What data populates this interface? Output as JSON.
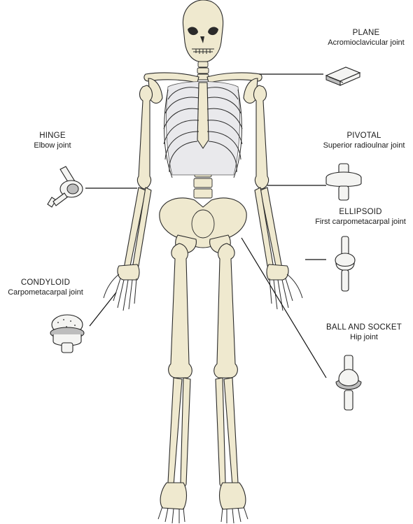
{
  "colors": {
    "bone": "#efe9cf",
    "cartilage": "#e9e9ec",
    "line": "#111111"
  },
  "labels": {
    "plane": {
      "title": "PLANE",
      "sub": "Acromioclavicular joint"
    },
    "hinge": {
      "title": "HINGE",
      "sub": "Elbow joint"
    },
    "pivotal": {
      "title": "PIVOTAL",
      "sub": "Superior radioulnar joint"
    },
    "ellipsoid": {
      "title": "ELLIPSOID",
      "sub": "First carpometacarpal joint"
    },
    "condyloid": {
      "title": "CONDYLOID",
      "sub": "Carpometacarpal joint"
    },
    "ball_socket": {
      "title": "BALL AND SOCKET",
      "sub": "Hip joint"
    }
  },
  "icons": {
    "plane": "plane-joint-icon",
    "hinge": "hinge-joint-icon",
    "pivotal": "pivot-joint-icon",
    "ellipsoid": "ellipsoid-joint-icon",
    "condyloid": "condyloid-joint-icon",
    "ball_socket": "ball-and-socket-joint-icon"
  }
}
